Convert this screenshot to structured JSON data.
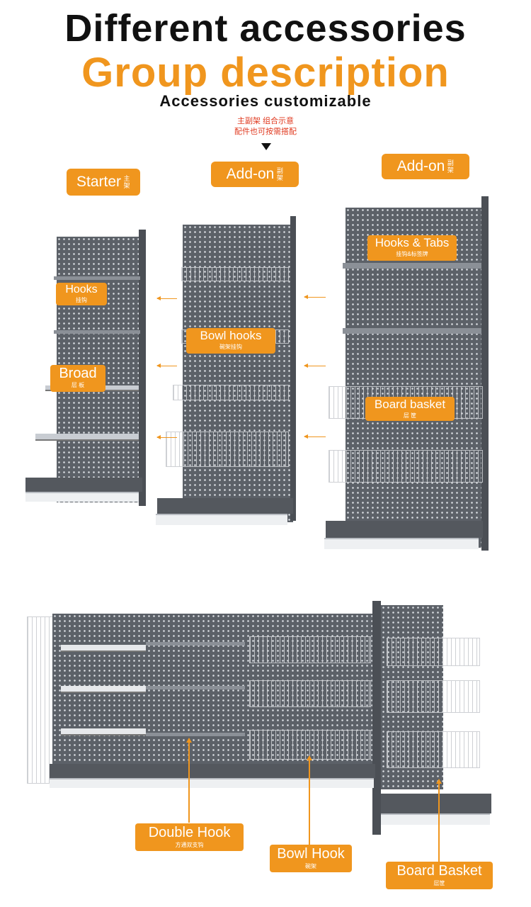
{
  "header": {
    "title": "Different accessories",
    "subtitle": "Group description",
    "tagline": "Accessories customizable",
    "note_line1": "主副架 组合示意",
    "note_line2": "配件也可按需搭配"
  },
  "units": [
    {
      "label": "Starter",
      "side": "主架"
    },
    {
      "label": "Add-on",
      "side": "副架"
    },
    {
      "label": "Add-on",
      "side": "副架"
    }
  ],
  "callouts": {
    "hooks": {
      "en": "Hooks",
      "cn": "挂钩"
    },
    "broad": {
      "en": "Broad",
      "cn": "层 板"
    },
    "bowl_hooks": {
      "en": "Bowl hooks",
      "cn": "碗架挂钩"
    },
    "hooks_tabs": {
      "en": "Hooks & Tabs",
      "cn": "挂钩&标签牌"
    },
    "board_basket": {
      "en": "Board basket",
      "cn": "层 筐"
    }
  },
  "bottom_labels": {
    "double_hook": {
      "en": "Double Hook",
      "cn": "方通双支钩"
    },
    "bowl_hook": {
      "en": "Bowl Hook",
      "cn": "碗架"
    },
    "board_basket": {
      "en": "Board Basket",
      "cn": "层筐"
    }
  },
  "colors": {
    "accent": "#f0961e",
    "panel": "#5c6168",
    "title": "#111111",
    "note": "#e0391f"
  }
}
